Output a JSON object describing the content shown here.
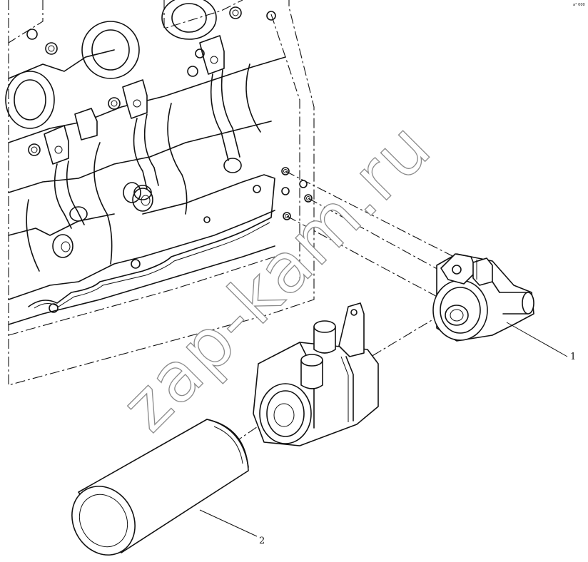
{
  "drawing": {
    "corner_mark": "a° 000",
    "callouts": [
      {
        "id": "1",
        "label": "1"
      },
      {
        "id": "2",
        "label": "2"
      }
    ],
    "watermark": "zap-kam.ru"
  }
}
